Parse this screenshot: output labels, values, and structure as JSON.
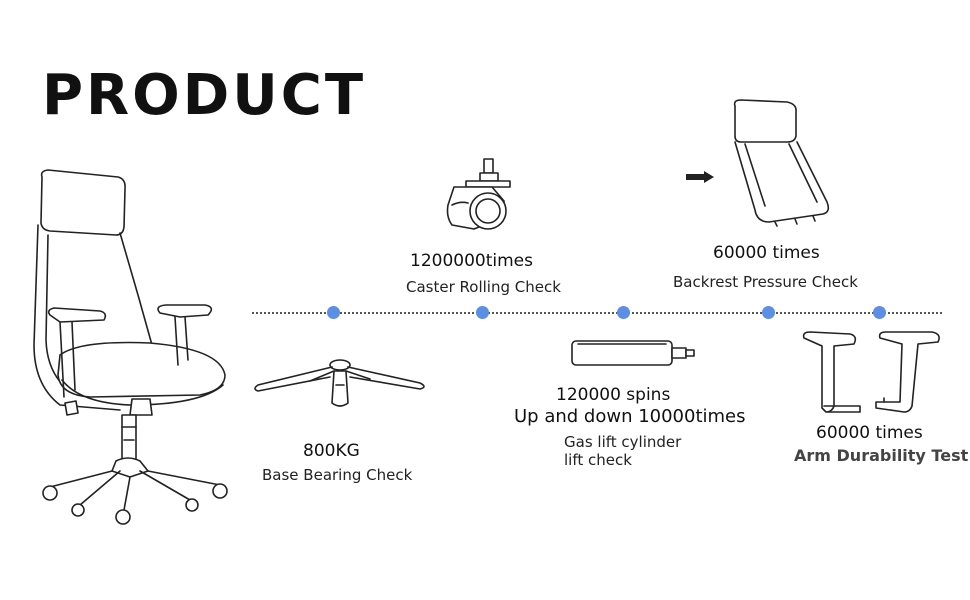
{
  "title": "PRODUCT",
  "accent_color": "#5b8fe6",
  "tests": {
    "caster": {
      "value": "1200000times",
      "label": "Caster Rolling Check"
    },
    "backrest": {
      "value": "60000 times",
      "label": "Backrest Pressure Check"
    },
    "base": {
      "value": "800KG",
      "label": "Base Bearing Check"
    },
    "gaslift": {
      "value1": "120000 spins",
      "value2": "Up and down 10000times",
      "label1": "Gas lift cylinder",
      "label2": "lift check"
    },
    "arm": {
      "value": "60000 times",
      "label": "Arm Durability Test"
    }
  },
  "icons": [
    "office-chair-illustration",
    "caster-wheel-icon",
    "backrest-icon",
    "push-arrow-icon",
    "chair-base-icon",
    "gas-cylinder-icon",
    "armrest-icon"
  ]
}
